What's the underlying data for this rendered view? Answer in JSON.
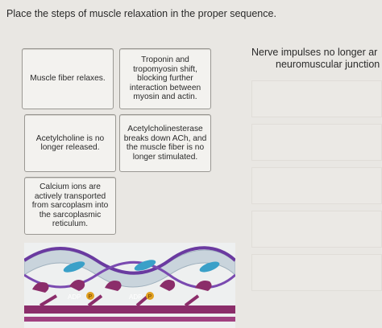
{
  "instruction": "Place the steps of muscle relaxation in the proper sequence.",
  "cards": [
    {
      "text": "Muscle fiber relaxes."
    },
    {
      "text": "Troponin and tropomyosin shift, blocking further interaction between myosin and actin."
    },
    {
      "text": "Acetylcholine is no longer released."
    },
    {
      "text": "Acetylcholinesterase breaks down ACh, and the muscle fiber is no longer stimulated."
    },
    {
      "text": "Calcium ions are actively transported from sarcoplasm into the sarcoplasmic reticulum."
    }
  ],
  "target": {
    "title_line1": "Nerve impulses no longer ar",
    "title_line2": "neuromuscular junction"
  },
  "figure": {
    "labels": [
      "ADP",
      "P",
      "ADP",
      "P"
    ]
  },
  "colors": {
    "background": "#e9e7e3",
    "card_border": "#9a9893",
    "myosin": "#8b2d6a",
    "actin": "#c9d4dc",
    "tropomyosin": "#6a3aa0",
    "troponin": "#3aa0c8",
    "phosphate": "#e0a020"
  }
}
